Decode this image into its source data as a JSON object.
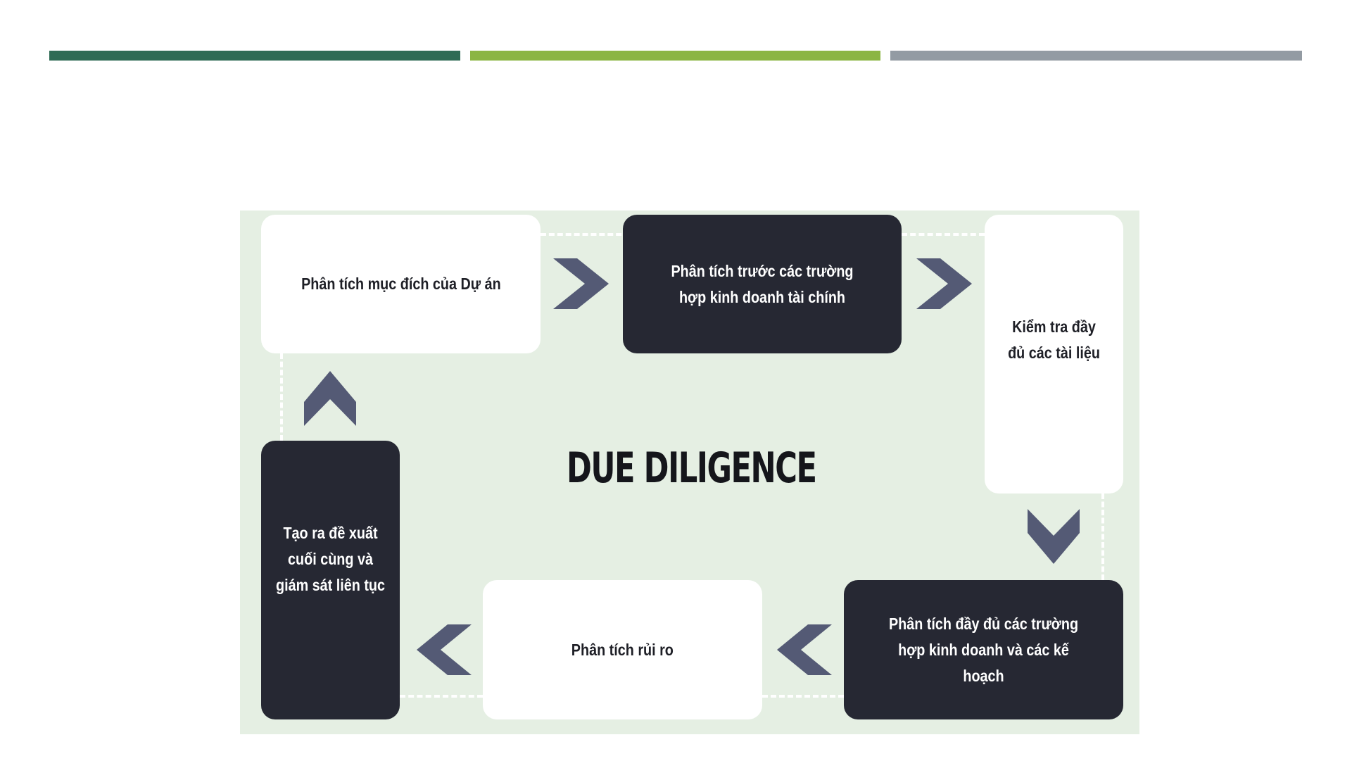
{
  "header_bars": {
    "colors": [
      "#2f6b55",
      "#8bb543",
      "#939ba3"
    ]
  },
  "diagram": {
    "title": "DUE DILIGENCE",
    "colors": {
      "panel": "#e5efe3",
      "dark_box": "#262833",
      "white_box": "#ffffff",
      "chevron": "#545a75"
    },
    "steps": [
      {
        "label": "Phân tích mục đích của Dự án",
        "style": "white"
      },
      {
        "label": "Phân tích trước các trường hợp kinh doanh tài chính",
        "style": "dark"
      },
      {
        "label": "Kiểm tra đầy đủ các tài liệu",
        "style": "white"
      },
      {
        "label": "Phân tích đầy đủ các trường hợp kinh doanh và các kế hoạch",
        "style": "dark"
      },
      {
        "label": "Phân tích rủi ro",
        "style": "white"
      },
      {
        "label": "Tạo ra đề xuất cuối cùng và giám sát liên tục",
        "style": "dark"
      }
    ],
    "arrows": [
      "chevron-right",
      "chevron-right",
      "chevron-down",
      "chevron-left",
      "chevron-left",
      "chevron-up"
    ]
  }
}
